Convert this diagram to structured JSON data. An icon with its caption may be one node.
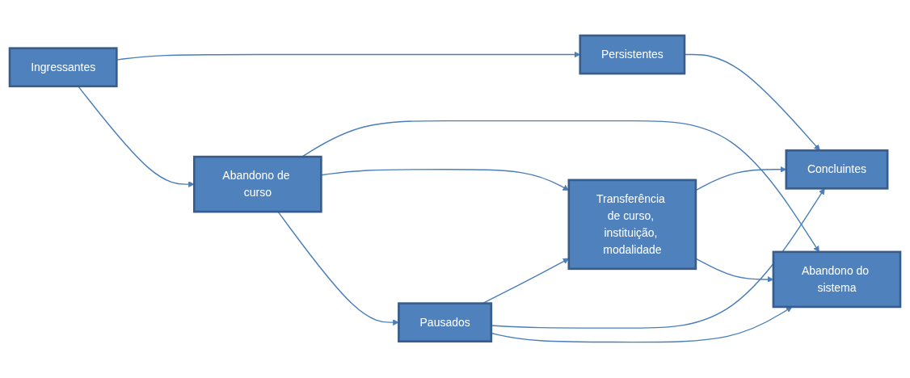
{
  "diagram": {
    "nodes": [
      {
        "text": [
          "Ingressantes"
        ]
      },
      {
        "text": [
          "Persistentes"
        ]
      },
      {
        "text": [
          "Abandono de curso"
        ]
      },
      {
        "text": [
          "Concluintes"
        ]
      },
      {
        "text": [
          "Abandono do sistema"
        ]
      },
      {
        "text": [
          "Transferência de curso, instituição, modalidade"
        ]
      },
      {
        "text": [
          "Pausados"
        ]
      }
    ],
    "edges": [
      {
        "from": 0,
        "to": 1,
        "arrow": "to"
      },
      {
        "from": 0,
        "to": 2,
        "arrow": "to"
      },
      {
        "from": 1,
        "to": 3,
        "arrow": "to"
      },
      {
        "from": 2,
        "to": 4,
        "arrow": "to"
      },
      {
        "from": 2,
        "to": 5,
        "arrow": "to"
      },
      {
        "from": 2,
        "to": 6,
        "arrow": "to"
      },
      {
        "from": 5,
        "to": 3,
        "arrow": "to"
      },
      {
        "from": 5,
        "to": 4,
        "arrow": "to"
      },
      {
        "from": 6,
        "to": 5,
        "arrow": "to"
      },
      {
        "from": 6,
        "to": 3,
        "arrow": "to"
      },
      {
        "from": 6,
        "to": 4,
        "arrow": "to"
      }
    ]
  }
}
